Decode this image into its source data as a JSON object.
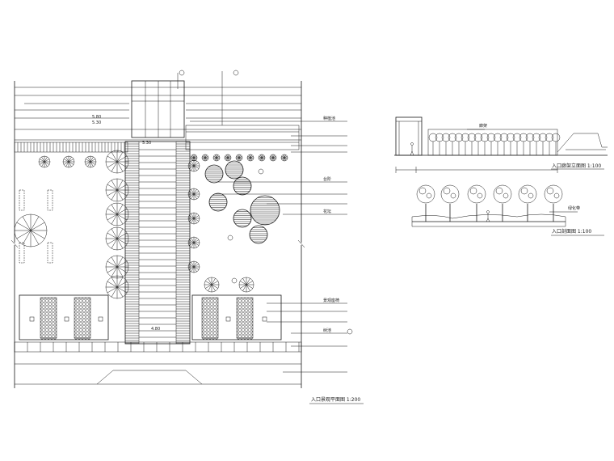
{
  "plan": {
    "elevations": [
      "5.80",
      "5.30",
      "5.30",
      "4.80"
    ],
    "callouts": [
      "种植池",
      "台阶",
      "花坛",
      "景观座椅",
      "树池"
    ],
    "title": "入口景观平面图 1:200"
  },
  "section_top": {
    "callout": "廊架",
    "title": "入口廊架立面图 1:100"
  },
  "section_bottom": {
    "callout": "绿化带",
    "title": "入口剖面图 1:100"
  },
  "colors": {
    "line": "#1a1a1a",
    "background": "#ffffff"
  },
  "icons": [
    "tree-symbol",
    "palm-symbol",
    "shrub-symbol",
    "human-figure"
  ]
}
